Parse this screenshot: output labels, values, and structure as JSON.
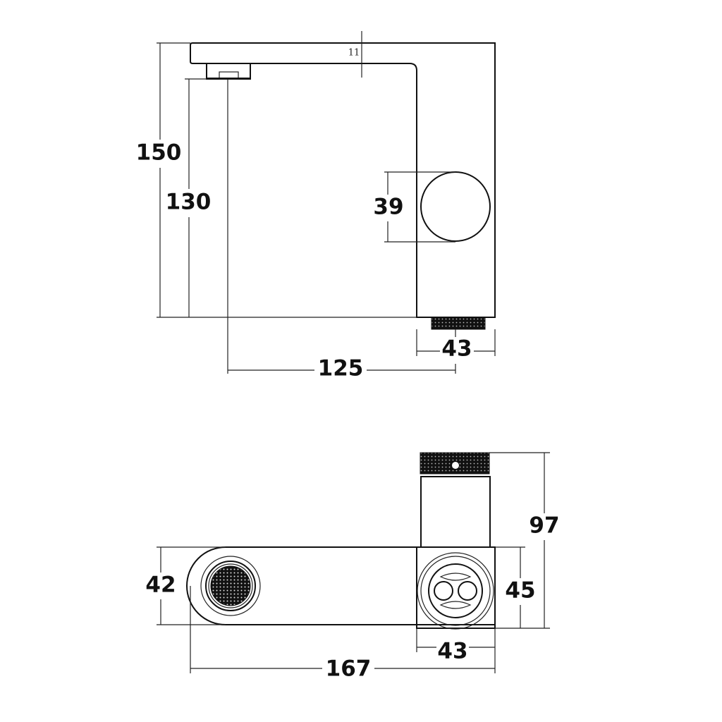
{
  "side_view": {
    "dimensions": {
      "total_height": "150",
      "spout_height": "130",
      "spout_thickness": "11",
      "handle_diameter": "39",
      "body_width": "43",
      "spout_reach": "125"
    }
  },
  "top_view": {
    "dimensions": {
      "body_depth": "42",
      "handle_block": "45",
      "overall_depth": "97",
      "handle_width": "43",
      "overall_length": "167"
    }
  },
  "colors": {
    "line": "#111111",
    "background": "#ffffff"
  }
}
